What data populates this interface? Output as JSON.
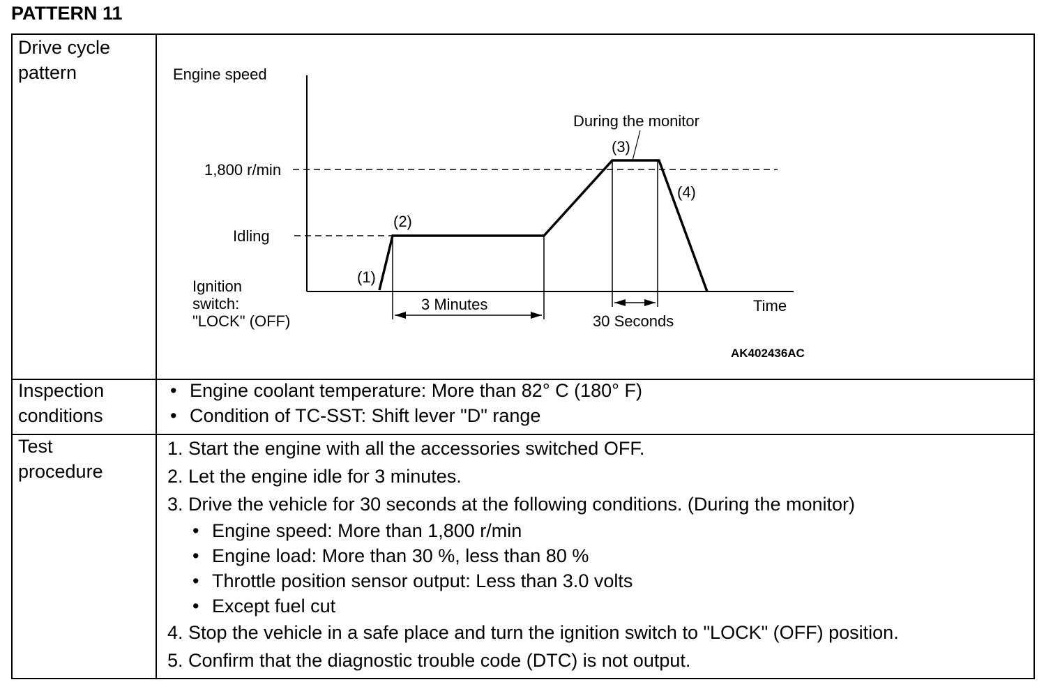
{
  "page_title": "PATTERN 11",
  "rows": {
    "drive_cycle_label_1": "Drive cycle",
    "drive_cycle_label_2": "pattern",
    "inspection_label_1": "Inspection",
    "inspection_label_2": "conditions",
    "test_label_1": "Test",
    "test_label_2": "procedure"
  },
  "diagram": {
    "y_axis_label": "Engine speed",
    "x_axis_label": "Time",
    "level_high": "1,800 r/min",
    "level_idle": "Idling",
    "ignition_1": "Ignition",
    "ignition_2": "switch:",
    "ignition_3": "\"LOCK\" (OFF)",
    "mark_1": "(1)",
    "mark_2": "(2)",
    "mark_3": "(3)",
    "mark_4": "(4)",
    "during_monitor": "During the monitor",
    "duration_idle": "3 Minutes",
    "duration_monitor": "30 Seconds",
    "figure_code": "AK402436AC"
  },
  "inspection_conditions": [
    "Engine coolant temperature: More than 82° C (180° F)",
    "Condition of TC-SST: Shift lever \"D\" range"
  ],
  "test_procedure": {
    "step1": "1. Start the engine with all the accessories switched OFF.",
    "step2": "2. Let the engine idle for 3 minutes.",
    "step3": "3. Drive the vehicle for 30 seconds at the following conditions. (During the monitor)",
    "step3_conditions": [
      "Engine speed: More than 1,800 r/min",
      "Engine load: More than 30 %, less than 80 %",
      "Throttle position sensor output: Less than 3.0 volts",
      "Except fuel cut"
    ],
    "step4": "4. Stop the vehicle in a safe place and turn the ignition switch to \"LOCK\" (OFF) position.",
    "step5": "5. Confirm that the diagnostic trouble code (DTC) is not output."
  }
}
